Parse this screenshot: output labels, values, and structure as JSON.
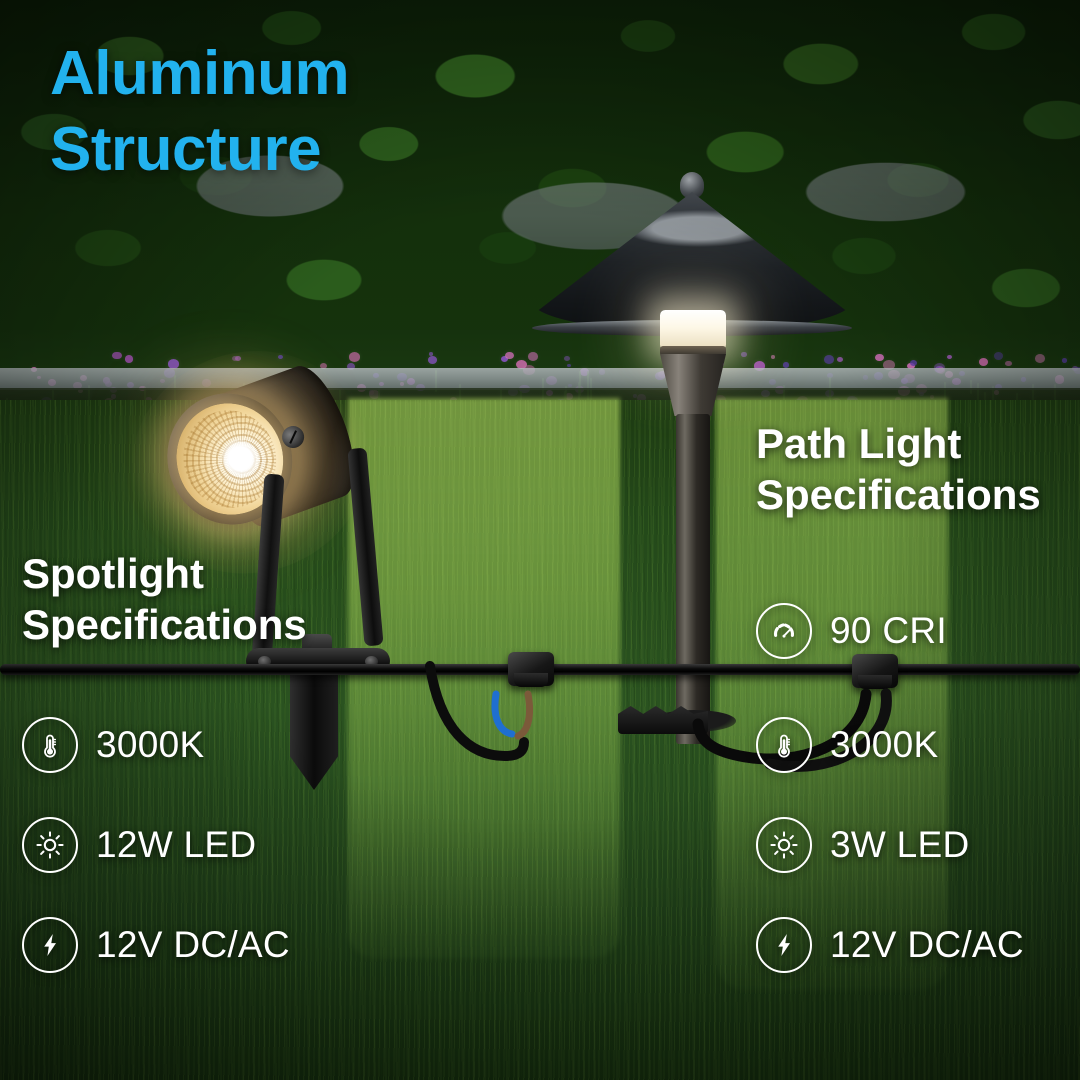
{
  "title": {
    "text": "Aluminum\nStructure",
    "color": "#22b2ee"
  },
  "spotlight_panel": {
    "heading": "Spotlight\nSpecifications",
    "specs": [
      {
        "icon": "thermometer-icon",
        "label": "3000K"
      },
      {
        "icon": "brightness-sun-icon",
        "label": "12W LED"
      },
      {
        "icon": "lightning-bolt-icon",
        "label": "12V DC/AC"
      }
    ]
  },
  "pathlight_panel": {
    "heading": "Path Light\nSpecifications",
    "specs": [
      {
        "icon": "cri-gauge-icon",
        "label": "90 CRI"
      },
      {
        "icon": "thermometer-icon",
        "label": "3000K"
      },
      {
        "icon": "brightness-sun-icon",
        "label": "3W LED"
      },
      {
        "icon": "lightning-bolt-icon",
        "label": "12V DC/AC"
      }
    ]
  },
  "scene": {
    "spotlight_fixture": "landscape-spotlight",
    "pathlight_fixture": "landscape-path-light",
    "cable": "low-voltage-landscape-cable",
    "connectors": [
      "cable-connector-left",
      "cable-connector-center",
      "cable-connector-right"
    ],
    "text_color": "#ffffff",
    "lawn_color": "#2a5220",
    "light_pool_color": "#bde95f"
  }
}
